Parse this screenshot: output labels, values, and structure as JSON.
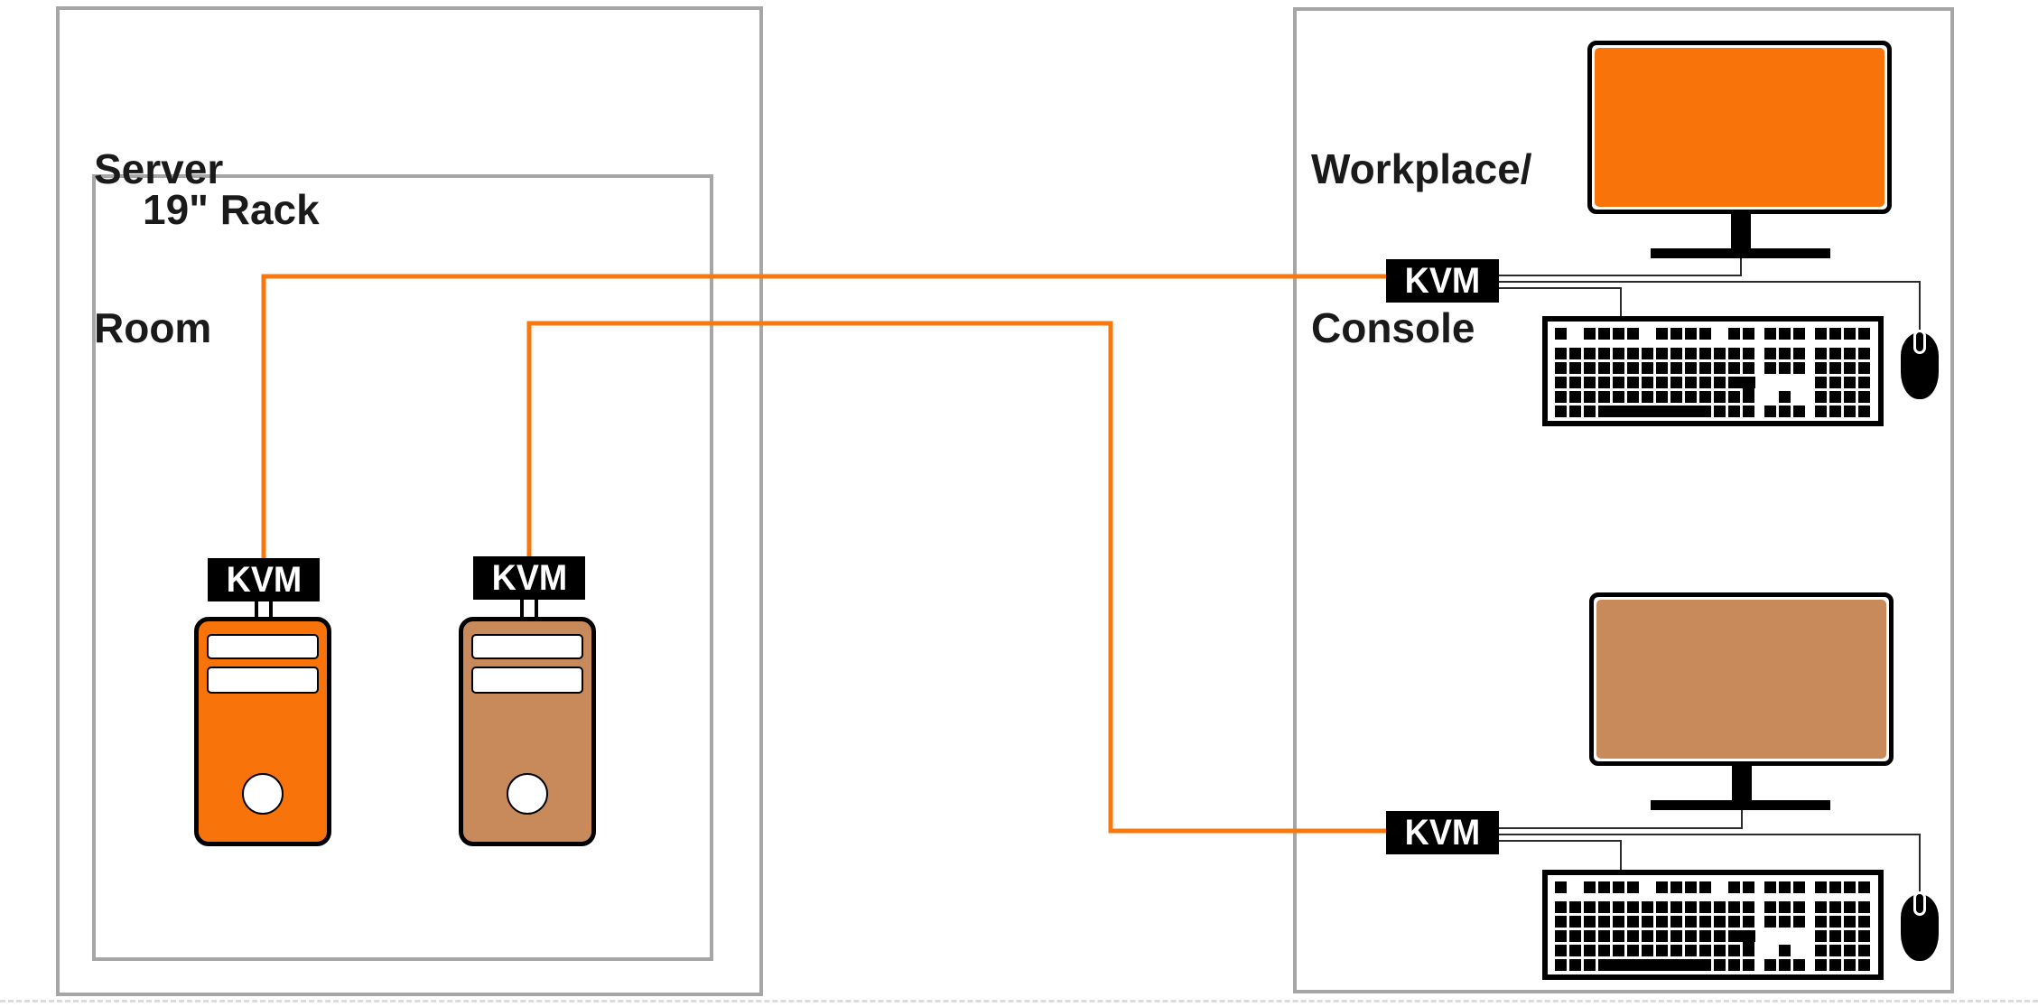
{
  "zones": {
    "server_room": {
      "title_line1": "Server",
      "title_line2": "Room",
      "rack": {
        "label": "19\" Rack"
      }
    },
    "workplace": {
      "title_line1": "Workplace/",
      "title_line2": "Console"
    }
  },
  "servers": [
    {
      "kvm_label": "KVM",
      "body_color": "#F8740A"
    },
    {
      "kvm_label": "KVM",
      "body_color": "#C98A5B"
    }
  ],
  "consoles": [
    {
      "kvm_label": "KVM",
      "screen_color": "#F8740A"
    },
    {
      "kvm_label": "KVM",
      "screen_color": "#C98A5B"
    }
  ],
  "colors": {
    "accent_orange": "#F8740A",
    "accent_tan": "#C98A5B",
    "cable_orange": "#F6780E",
    "cable_dark": "#2b2b2b",
    "zone_border": "#A6A6A6",
    "device_black": "#000000",
    "text": "#1A1A1A",
    "background": "#FFFFFF"
  }
}
